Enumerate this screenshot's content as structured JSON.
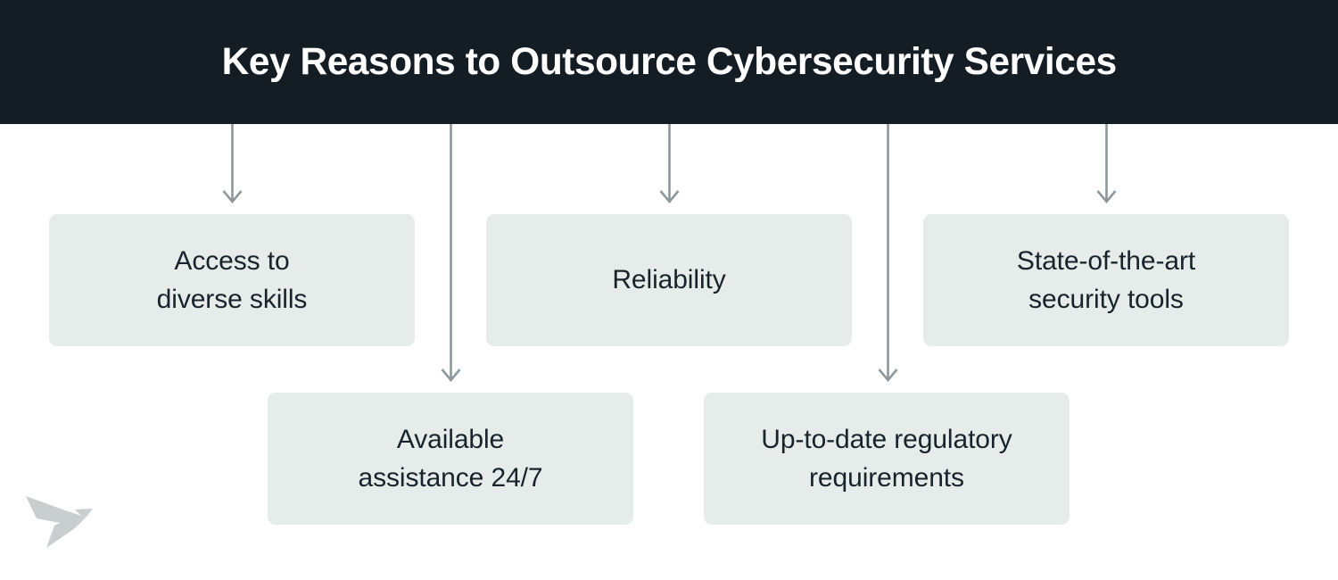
{
  "header": {
    "title": "Key Reasons to Outsource Cybersecurity Services",
    "background_color": "#141c24",
    "text_color": "#ffffff"
  },
  "theme": {
    "page_background": "#ffffff",
    "box_background": "#e6ecea",
    "box_text_color": "#19232b",
    "connector_color": "#8d979c",
    "logo_color": "#c8cdcd"
  },
  "nodes": [
    {
      "id": "access-to-diverse-skills",
      "label": "Access to\ndiverse skills",
      "row": "top"
    },
    {
      "id": "reliability",
      "label": "Reliability",
      "row": "top"
    },
    {
      "id": "state-of-the-art-security-tools",
      "label": "State-of-the-art\nsecurity tools",
      "row": "top"
    },
    {
      "id": "available-assistance-24-7",
      "label": "Available\nassistance 24/7",
      "row": "bottom"
    },
    {
      "id": "up-to-date-regulatory-requirements",
      "label": "Up-to-date regulatory\nrequirements",
      "row": "bottom"
    }
  ],
  "connectors": [
    {
      "id": "connector-to-access-to-diverse-skills",
      "from": "header",
      "to": "access-to-diverse-skills"
    },
    {
      "id": "connector-to-available-assistance-24-7",
      "from": "header",
      "to": "available-assistance-24-7"
    },
    {
      "id": "connector-to-reliability",
      "from": "header",
      "to": "reliability"
    },
    {
      "id": "connector-to-up-to-date-regulatory-requirements",
      "from": "header",
      "to": "up-to-date-regulatory-requirements"
    },
    {
      "id": "connector-to-state-of-the-art-security-tools",
      "from": "header",
      "to": "state-of-the-art-security-tools"
    }
  ],
  "logo": {
    "name": "origami-bird-logo"
  }
}
